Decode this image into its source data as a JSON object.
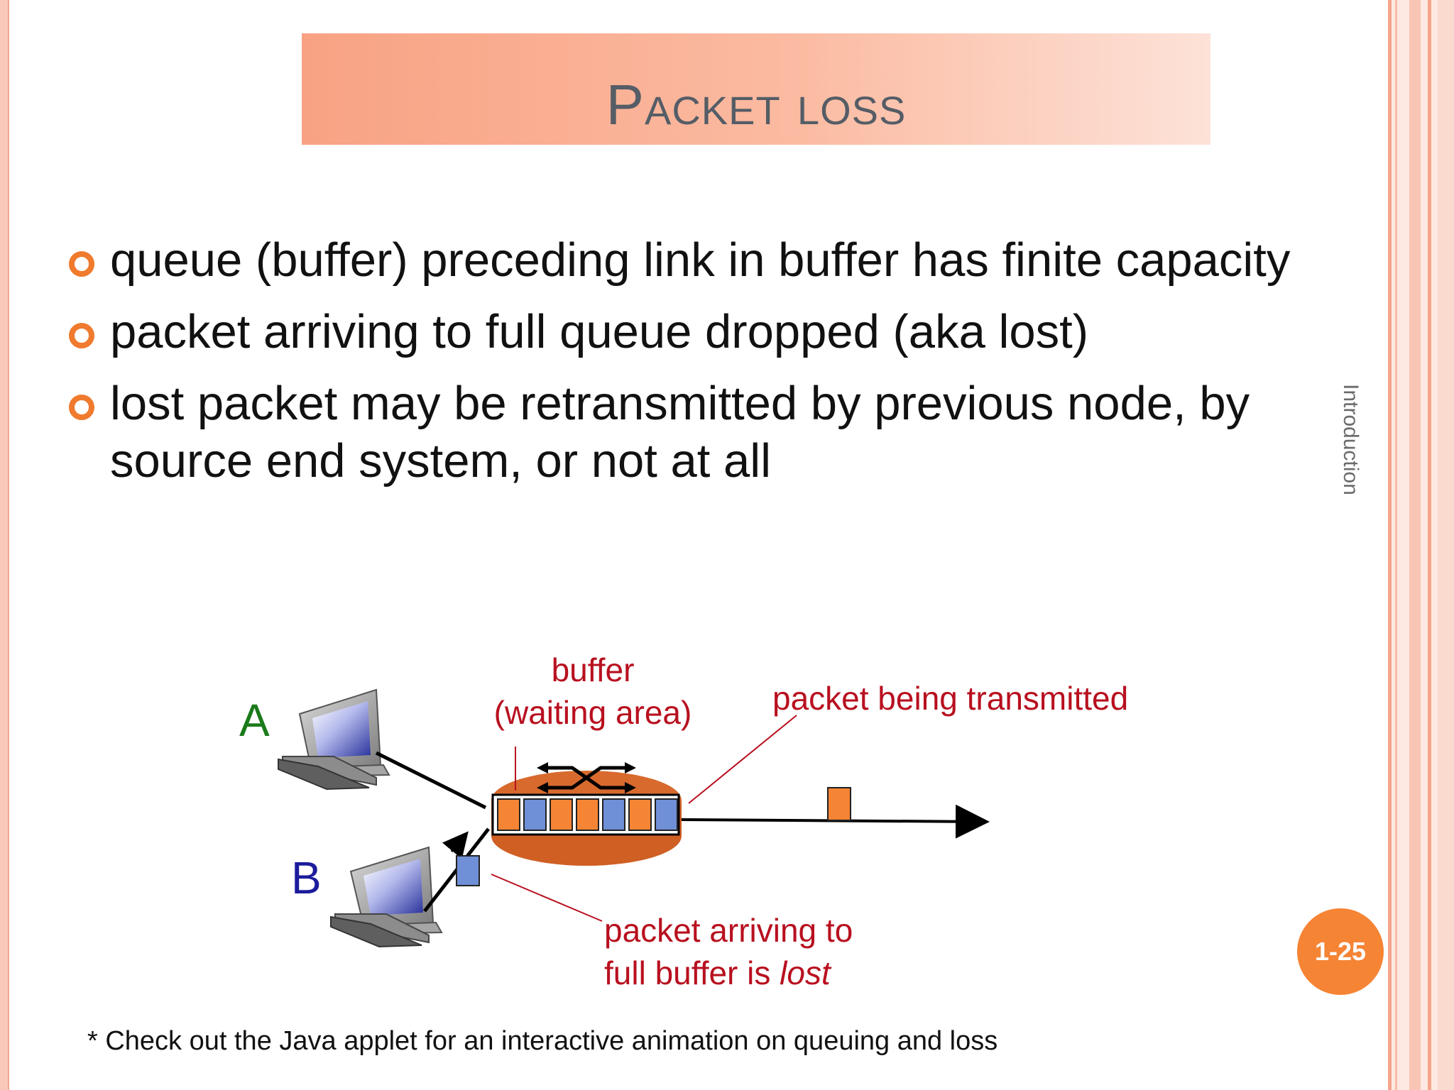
{
  "slide": {
    "title": "Packet loss",
    "bullets": [
      "queue (buffer) preceding link in buffer has finite capacity",
      "packet arriving to full queue dropped (aka lost)",
      "lost packet may be retransmitted by previous node, by source end system, or not at all"
    ],
    "side_label": "Introduction",
    "page_number": "1-25",
    "footnote": "* Check out the Java applet for an interactive animation on queuing and loss"
  },
  "diagram": {
    "host_a": "A",
    "host_b": "B",
    "buffer_label_line1": "buffer",
    "buffer_label_line2": "(waiting area)",
    "transmit_label": "packet being transmitted",
    "lost_label_line1": "packet arriving to",
    "lost_label_line2_prefix": "full buffer is ",
    "lost_label_line2_em": "lost",
    "queue_packets": [
      "orange",
      "blue",
      "orange",
      "orange",
      "blue",
      "orange",
      "blue"
    ]
  },
  "colors": {
    "accent_orange": "#f07a2d",
    "title_bar": "#f8a283",
    "label_red": "#b8101f",
    "host_a_green": "#1a7a1a",
    "host_b_blue": "#1c1c9c",
    "router": "#d86a2e",
    "packet_orange": "#f58434",
    "packet_blue": "#6f8fd6"
  }
}
